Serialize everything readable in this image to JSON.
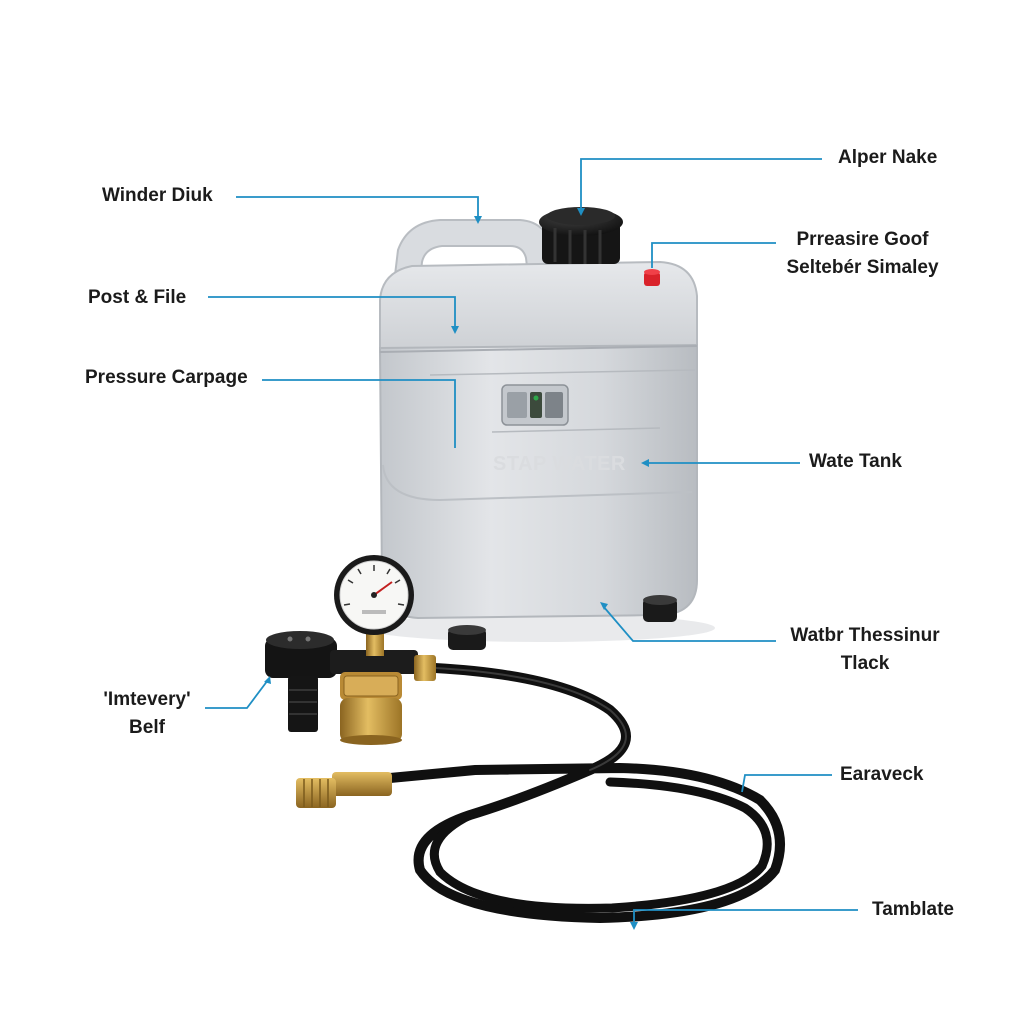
{
  "product": {
    "tank_embossed_text": "STAP WATER"
  },
  "callouts": {
    "winder_diuk": "Winder Diuk",
    "alper_nake": "Alper Nake",
    "pressure_goof_line1": "Prreasire Goof",
    "pressure_goof_line2": "Seltebér Simaley",
    "post_file": "Post & File",
    "pressure_carpage": "Pressure Carpage",
    "wate_tank": "Wate Tank",
    "water_thessinur_line1": "Watbr Thessinur",
    "water_thessinur_line2": "Tlack",
    "imtevery_line1": "'Imtevery'",
    "imtevery_line2": "Belf",
    "earaveck": "Earaveck",
    "tamblate": "Tamblate"
  },
  "colors": {
    "leader_line": "#1f8fc4",
    "tank_body": "#d4d7db",
    "hose": "#111111",
    "brass": "#c89a3c",
    "cap": "#1a1a1a",
    "red_valve": "#d9222a"
  }
}
